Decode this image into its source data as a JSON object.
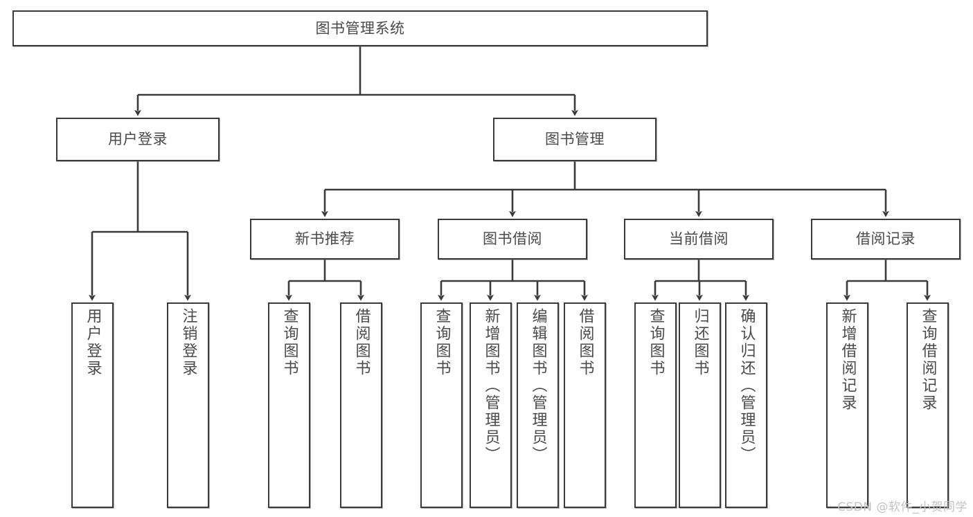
{
  "diagram": {
    "title": "图书管理系统",
    "type": "tree",
    "stroke_color": "#3a3a3a",
    "text_color": "#4a4a4a",
    "background_color": "#ffffff",
    "nodes": {
      "root": {
        "label": "图书管理系统"
      },
      "l1": [
        {
          "label": "用户登录"
        },
        {
          "label": "图书管理"
        }
      ],
      "l2": [
        {
          "label": "新书推荐"
        },
        {
          "label": "图书借阅"
        },
        {
          "label": "当前借阅"
        },
        {
          "label": "借阅记录"
        }
      ],
      "leaves_user_login": [
        {
          "label": "用户登录"
        },
        {
          "label": "注销登录"
        }
      ],
      "leaves_new_book": [
        {
          "label": "查询图书"
        },
        {
          "label": "借阅图书"
        }
      ],
      "leaves_borrow": [
        {
          "label": "查询图书"
        },
        {
          "label": "新增图书（管理员）"
        },
        {
          "label": "编辑图书（管理员）"
        },
        {
          "label": "借阅图书"
        }
      ],
      "leaves_current": [
        {
          "label": "查询图书"
        },
        {
          "label": "归还图书"
        },
        {
          "label": "确认归还（管理员）"
        }
      ],
      "leaves_record": [
        {
          "label": "新增借阅记录"
        },
        {
          "label": "查询借阅记录"
        }
      ]
    }
  },
  "watermark": {
    "text": "CSDN @软件_小贺同学"
  }
}
